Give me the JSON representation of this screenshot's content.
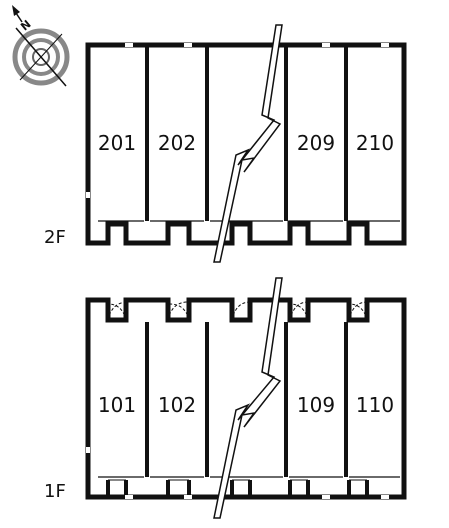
{
  "compass": {
    "north_label": "N",
    "icon": "compass-rose-icon"
  },
  "floors": [
    {
      "id": "2f",
      "label": "2F",
      "rooms": [
        "201",
        "202",
        "",
        "209",
        "210"
      ]
    },
    {
      "id": "1f",
      "label": "1F",
      "rooms": [
        "101",
        "102",
        "",
        "109",
        "110"
      ]
    }
  ],
  "colors": {
    "wall": "#111111",
    "background": "#ffffff",
    "compass_ring": "#888888"
  }
}
